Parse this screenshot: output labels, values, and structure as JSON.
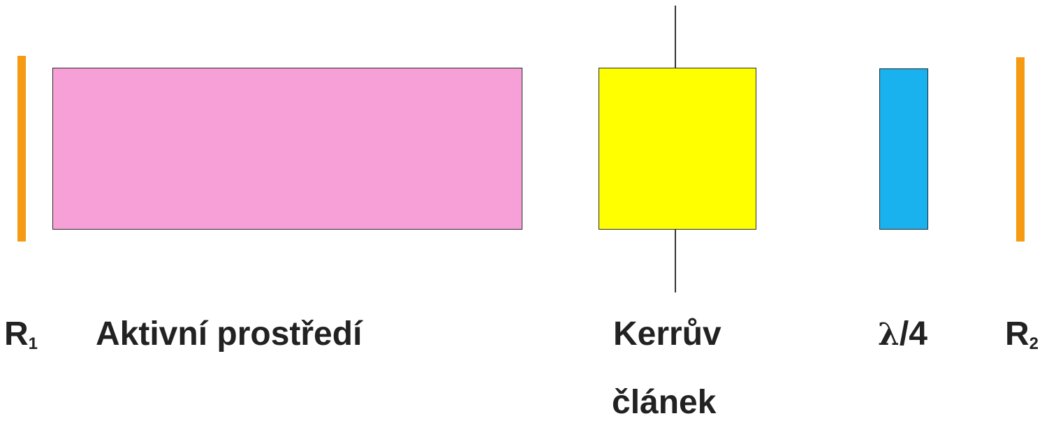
{
  "labels": {
    "r1_main": "R",
    "r1_sub": "1",
    "active_medium": "Aktivní prostředí",
    "kerr_line1": "Kerrův",
    "kerr_line2": "článek",
    "lambda_symbol": "λ",
    "lambda_rest": "/4",
    "r2_main": "R",
    "r2_sub": "2"
  },
  "colors": {
    "mirror": "#f59a12",
    "active_medium": "#f7a0d8",
    "kerr_cell": "#ffff00",
    "quarter_wave_plate": "#19b2ee"
  }
}
